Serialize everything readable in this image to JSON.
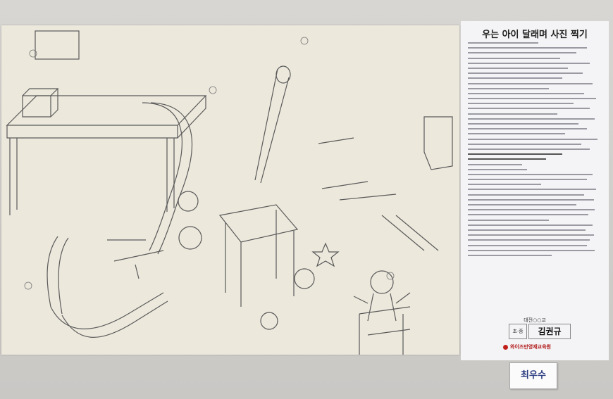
{
  "panel": {
    "title": "우는 아이 달래며 사진 찍기",
    "school": "대전○○교",
    "grade": "초·중",
    "student_name": "김권규",
    "organization": "와이즈만영재교육원"
  },
  "award_label": "최우수",
  "colors": {
    "paper": "#ece8dc",
    "pencil": "#5a5a5a",
    "panel": "#f4f4f6",
    "award_text": "#2a3a80",
    "org_red": "#b01818"
  }
}
